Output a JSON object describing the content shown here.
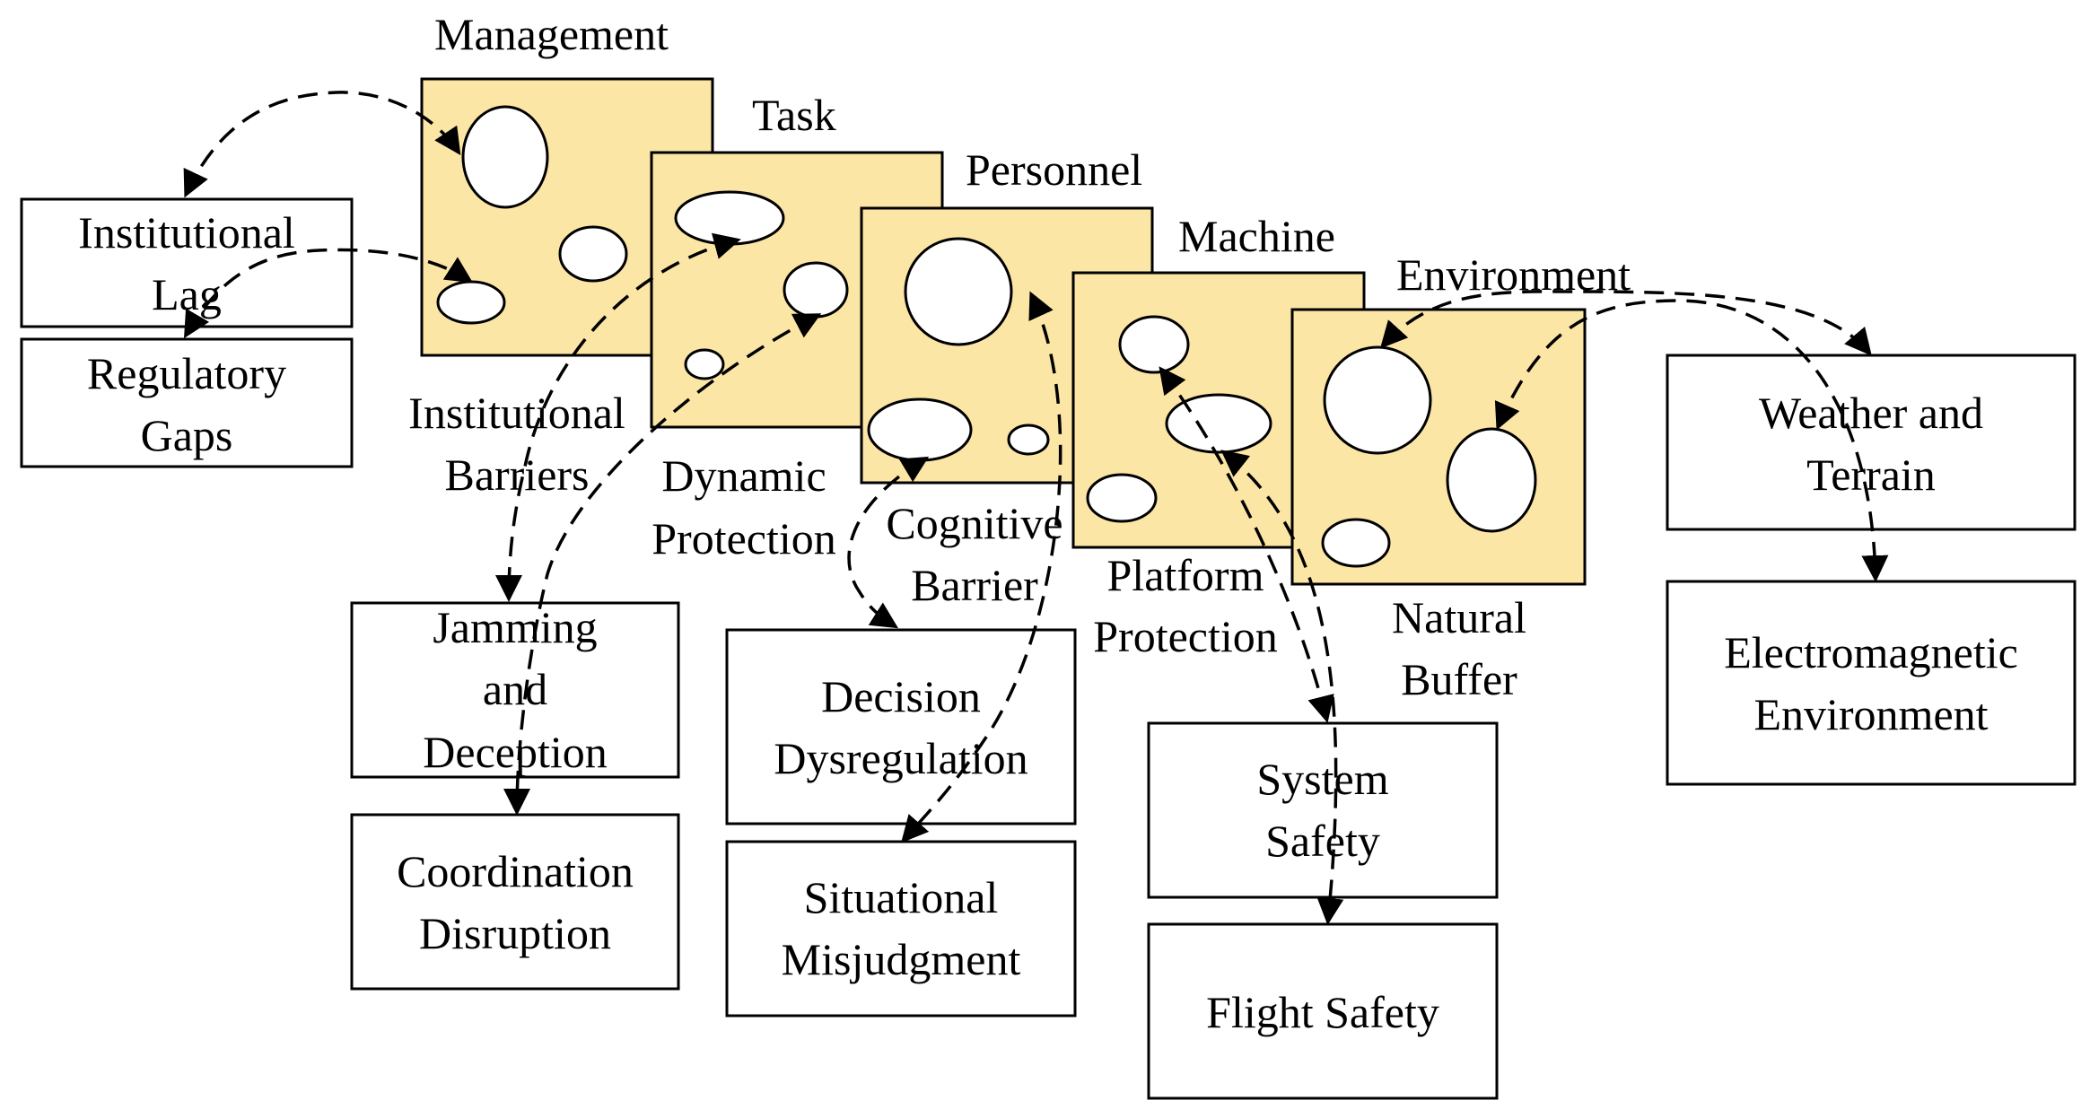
{
  "layers": [
    {
      "id": "management",
      "label": "Management",
      "defense": [
        "Institutional",
        "Barriers"
      ]
    },
    {
      "id": "task",
      "label": "Task",
      "defense": [
        "Dynamic",
        "Protection"
      ]
    },
    {
      "id": "personnel",
      "label": "Personnel",
      "defense": [
        "Cognitive",
        "Barrier"
      ]
    },
    {
      "id": "machine",
      "label": "Machine",
      "defense": [
        "Platform",
        "Protection"
      ]
    },
    {
      "id": "environment",
      "label": "Environment",
      "defense": [
        "Natural",
        "Buffer"
      ]
    }
  ],
  "factors": {
    "institutional_lag": [
      "Institutional",
      "Lag"
    ],
    "regulatory_gaps": [
      "Regulatory",
      "Gaps"
    ],
    "jamming": [
      "Jamming",
      "and",
      "Deception"
    ],
    "coordination": [
      "Coordination",
      "Disruption"
    ],
    "decision": [
      "Decision",
      "Dysregulation"
    ],
    "situational": [
      "Situational",
      "Misjudgment"
    ],
    "system_safety": [
      "System",
      "Safety"
    ],
    "flight_safety": [
      "Flight Safety"
    ],
    "weather": [
      "Weather and",
      "Terrain"
    ],
    "electromagnetic": [
      "Electromagnetic",
      "Environment"
    ]
  },
  "colors": {
    "slice_fill": "#fbe6a6",
    "line": "#000000"
  }
}
